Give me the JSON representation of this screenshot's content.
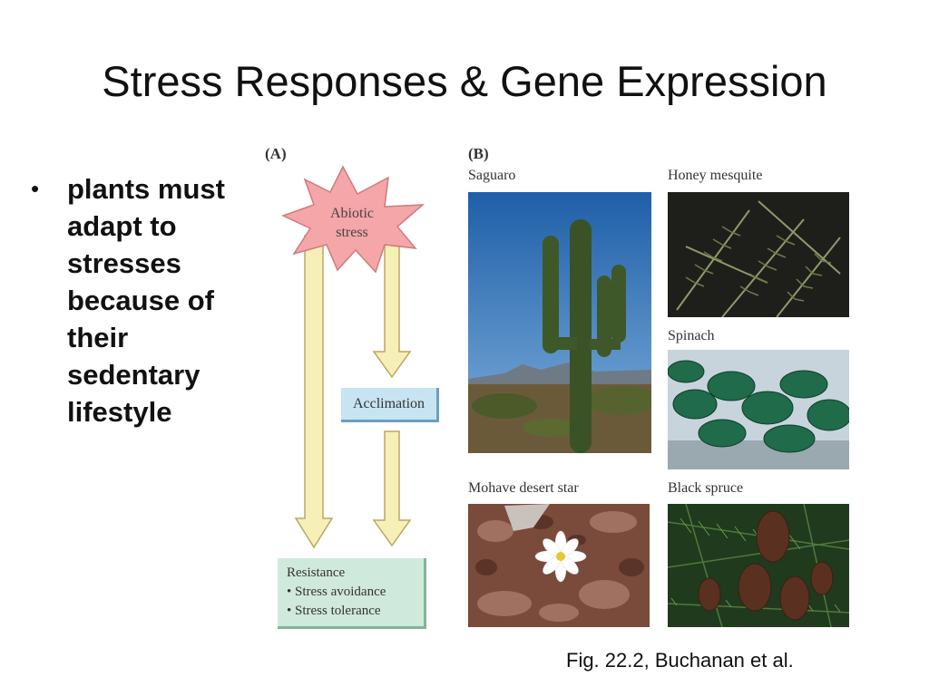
{
  "slide": {
    "title": "Stress Responses & Gene Expression",
    "bullet": "plants must adapt to stresses because of their sedentary lifestyle",
    "caption": "Fig. 22.2, Buchanan et al."
  },
  "figure": {
    "panel_a_label": "(A)",
    "panel_b_label": "(B)",
    "stress_line1": "Abiotic",
    "stress_line2": "stress",
    "acclimation": "Acclimation",
    "resistance_title": "Resistance",
    "resistance_items": [
      "• Stress avoidance",
      "• Stress tolerance"
    ],
    "photos": [
      "Saguaro",
      "Honey mesquite",
      "Spinach",
      "Mohave desert star",
      "Black spruce"
    ]
  },
  "colors": {
    "starburst": "#f4a6a8",
    "arrow_fill": "#f7efb8",
    "acclimation_box": "#c7e4f2",
    "resistance_box": "#cfe9dc"
  }
}
